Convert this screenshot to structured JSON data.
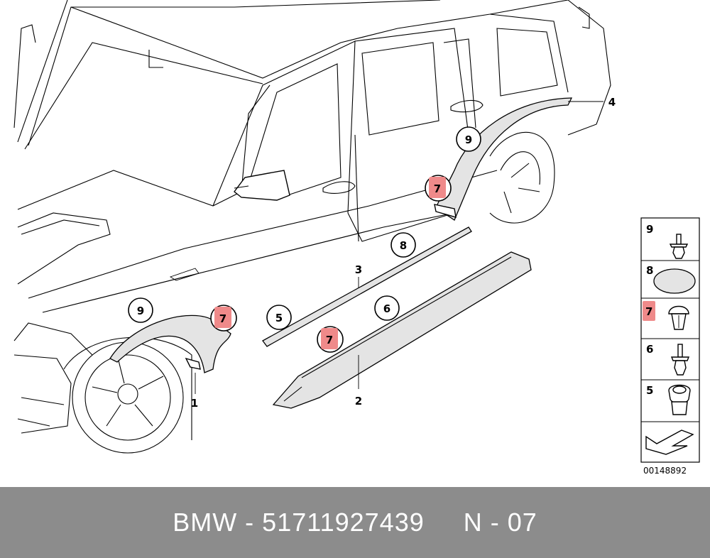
{
  "diagram": {
    "callouts": [
      {
        "label": "1"
      },
      {
        "label": "2"
      },
      {
        "label": "3"
      },
      {
        "label": "4"
      },
      {
        "label": "5"
      },
      {
        "label": "6"
      },
      {
        "label": "7"
      },
      {
        "label": "7"
      },
      {
        "label": "7"
      },
      {
        "label": "8"
      },
      {
        "label": "9"
      },
      {
        "label": "9"
      }
    ],
    "legend": [
      {
        "label": "9",
        "icon": "screw-clip-icon"
      },
      {
        "label": "8",
        "icon": "round-pad-icon"
      },
      {
        "label": "7",
        "icon": "expanding-rivet-icon",
        "highlighted": true
      },
      {
        "label": "6",
        "icon": "screw-clip-icon"
      },
      {
        "label": "5",
        "icon": "nut-clip-icon"
      }
    ],
    "highlight_color": "#ef8a8a",
    "diagram_number": "00148892"
  },
  "footer": {
    "text": "BMW - 51711927439     N - 07",
    "background": "#8c8c8c"
  }
}
